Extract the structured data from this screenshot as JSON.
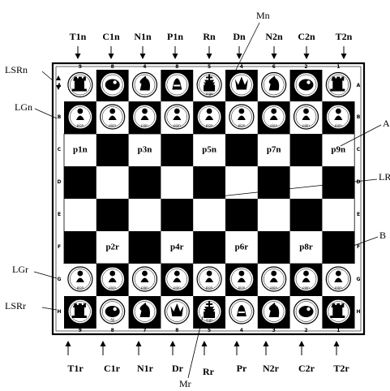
{
  "top_labels": [
    "T1n",
    "C1n",
    "N1n",
    "P1n",
    "Rn",
    "Dn",
    "N2n",
    "C2n",
    "T2n"
  ],
  "bottom_labels": [
    "T1r",
    "C1r",
    "N1r",
    "Dr",
    "Rr",
    "Pr",
    "N2r",
    "C2r",
    "T2r"
  ],
  "top_markers": [
    "9",
    "8",
    "4",
    "8",
    "5",
    "4",
    "6",
    "2",
    "1"
  ],
  "bottom_markers": [
    "9",
    "8",
    "7",
    "8",
    "5",
    "4",
    "3",
    "2",
    "1"
  ],
  "row_letters": [
    "A",
    "B",
    "C",
    "D",
    "E",
    "F",
    "G",
    "H"
  ],
  "mid_labels": {
    "Mn": "Mn",
    "Mr": "Mr"
  },
  "left_labels": {
    "LSRn": "LSRn",
    "LGn": "LGn",
    "LGr": "LGr",
    "LSRr": "LSRr"
  },
  "right_labels": {
    "A": "A",
    "LR": "LR",
    "B": "B"
  },
  "upper_squares": [
    "p1n",
    "p3n",
    "p5n",
    "p7n",
    "p9n"
  ],
  "lower_squares": [
    "p2r",
    "p4r",
    "p6r",
    "p8r"
  ],
  "piece_names": {
    "row1": [
      "",
      "",
      "",
      "",
      "roge",
      "",
      "",
      "",
      ""
    ],
    "row2": [
      "pion",
      "pion",
      "pion",
      "pion",
      "pion",
      "pion",
      "pion",
      "pion",
      "pion"
    ],
    "row7": [
      "pion",
      "pion",
      "pion",
      "pion",
      "pion",
      "pion",
      "pion",
      "pion",
      "pion"
    ],
    "row8": [
      "",
      "fill",
      "",
      "",
      "roge",
      "",
      "",
      "",
      ""
    ]
  },
  "piece_icons": {
    "row1": [
      "rook-icon",
      "cannon-icon",
      "knight-icon",
      "general-icon",
      "king-icon",
      "queen-icon",
      "knight-icon",
      "cannon-icon",
      "rook-icon"
    ],
    "row2": [
      "pawn-icon",
      "pawn-icon",
      "pawn-icon",
      "pawn-icon",
      "pawn-icon",
      "pawn-icon",
      "pawn-icon",
      "pawn-icon",
      "pawn-icon"
    ],
    "row7": [
      "pawn-icon",
      "pawn-icon",
      "pawn-icon",
      "pawn-icon",
      "pawn-icon",
      "pawn-icon",
      "pawn-icon",
      "pawn-icon",
      "pawn-icon"
    ],
    "row8": [
      "rook-icon",
      "cannon-icon",
      "knight-icon",
      "queen-icon",
      "king-icon",
      "general-icon",
      "knight-icon",
      "cannon-icon",
      "rook-icon"
    ]
  },
  "colors": {
    "dark": "#000000",
    "light": "#ffffff",
    "frame": "#000000"
  }
}
